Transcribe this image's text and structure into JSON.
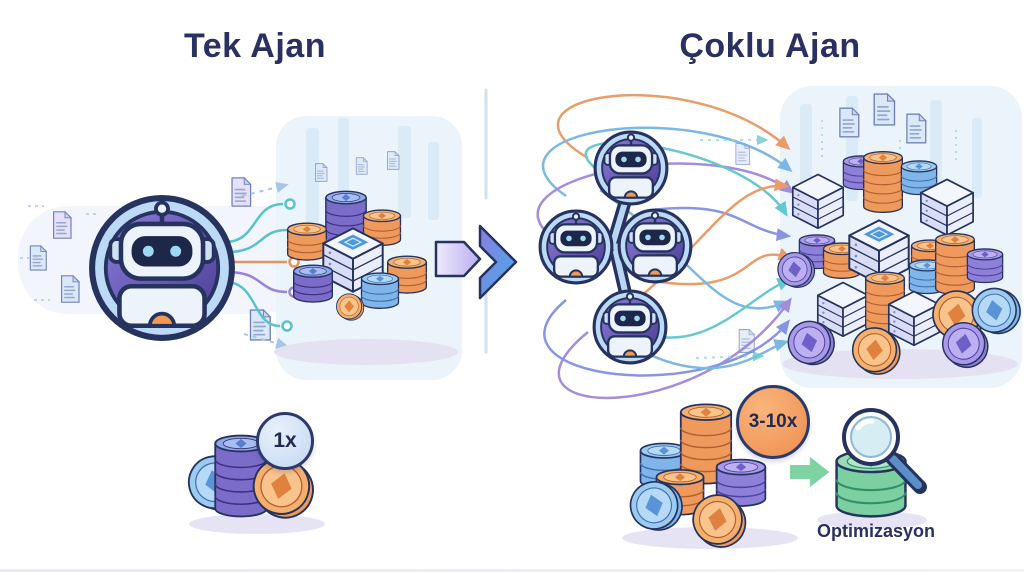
{
  "left_panel": {
    "title": "Tek Ajan",
    "multiplier_badge": "1x"
  },
  "right_panel": {
    "title": "Çoklu Ajan",
    "multiplier_badge": "3-10x",
    "optimization_label": "Optimizasyon"
  },
  "icons": {
    "left": [
      "robot-icon",
      "document-icon",
      "circuit-line-icon",
      "coin-stack-icon",
      "server-stack-icon"
    ],
    "center": [
      "transition-chevron-arrow-icon"
    ],
    "right": [
      "robot-network-icon",
      "flow-arrow-icon",
      "coin-stack-icon",
      "server-stack-icon",
      "document-icon",
      "growth-arrow-icon",
      "magnifier-icon"
    ]
  },
  "colors": {
    "title_navy": "#2a3160",
    "outline_navy": "#26335f",
    "badge_blue_bg": "#c3d8f1",
    "badge_orange_bg": "#ef8d50",
    "coin_purple": "#8d80d8",
    "coin_orange": "#ef9a5c",
    "coin_blue": "#7fb5e8",
    "coin_green": "#7ccfa0",
    "flow_orange": "#e8935a",
    "flow_blue": "#6fb0e3",
    "flow_purple": "#9b82d8",
    "flow_teal": "#58c3c9",
    "flow_indigo": "#7b8be0",
    "growth_green": "#7dd3a2",
    "transition_purple": "#8a7ce0",
    "transition_blue": "#45aee8"
  }
}
